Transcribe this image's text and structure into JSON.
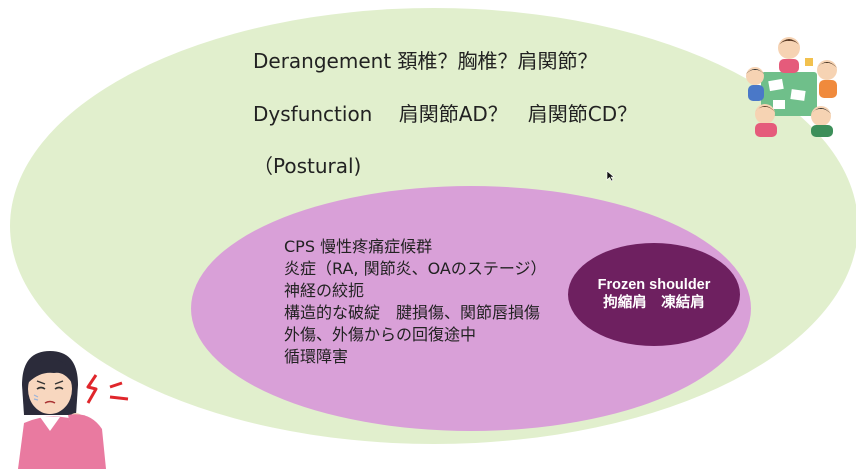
{
  "outer": {
    "line1": "Derangement  頚椎？胸椎？肩関節？",
    "line2": "Dysfunction　 肩関節AD？　肩関節CD？",
    "line3": "（Postural)"
  },
  "inner": {
    "items": [
      "CPS 慢性疼痛症候群",
      "炎症（RA, 関節炎、OAのステージ）",
      "神経の絞扼",
      "構造的な破綻　腱損傷、関節唇損傷",
      "外傷、外傷からの回復途中",
      "循環障害"
    ]
  },
  "frozen": {
    "line1": "Frozen shoulder",
    "line2": "拘縮肩　凍結肩"
  },
  "colors": {
    "outer_fill": "#e1efcd",
    "inner_fill": "#d9a0d8",
    "small_fill": "#6e2060"
  },
  "illustrations": {
    "top_right": "meeting-group-illustration",
    "bottom_left": "shoulder-pain-woman-illustration"
  }
}
